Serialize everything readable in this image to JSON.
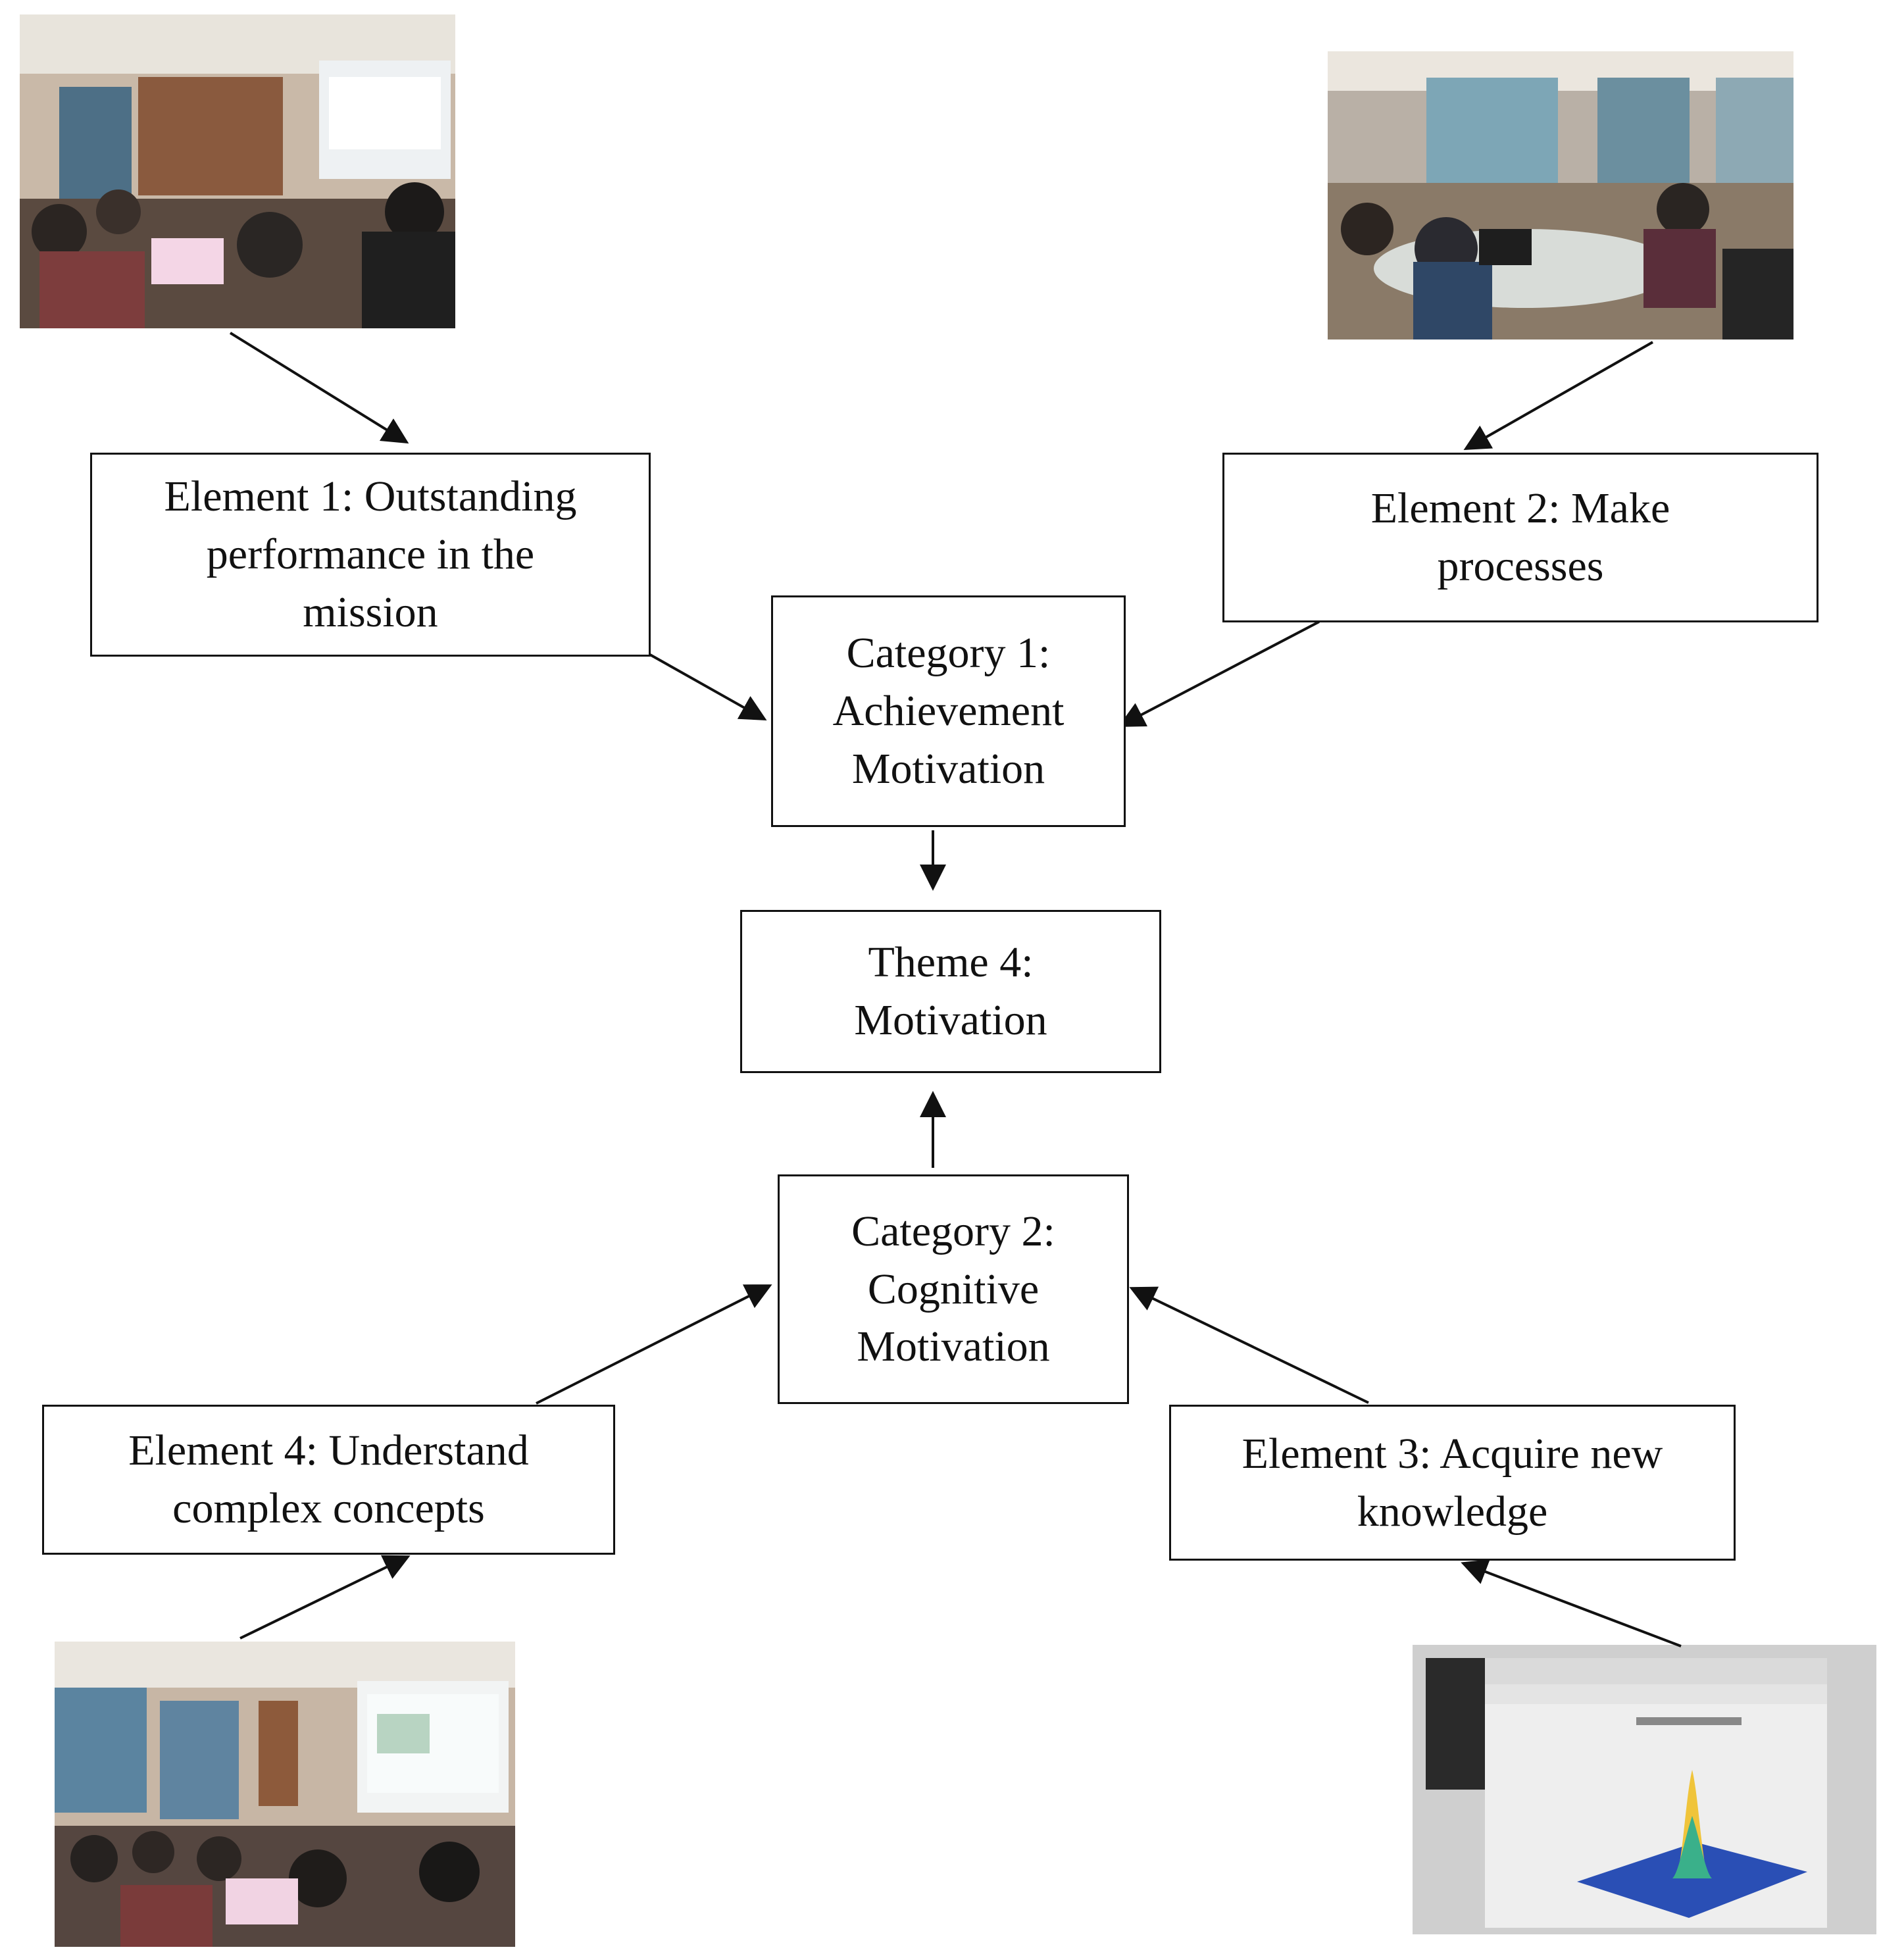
{
  "theme": {
    "label": "Theme 4:\nMotivation"
  },
  "categories": [
    {
      "label": "Category 1:\nAchievement\nMotivation"
    },
    {
      "label": "Category 2:\nCognitive\nMotivation"
    }
  ],
  "elements": [
    {
      "label": "Element 1: Outstanding\nperformance in the\nmission"
    },
    {
      "label": "Element 2: Make\nprocesses"
    },
    {
      "label": "Element 3: Acquire new\nknowledge"
    },
    {
      "label": "Element 4: Understand\ncomplex concepts"
    }
  ],
  "photos": [
    {
      "icon": "classroom-photo"
    },
    {
      "icon": "classroom-photo"
    },
    {
      "icon": "surface-plot-screen-photo"
    },
    {
      "icon": "classroom-photo"
    }
  ],
  "colors": {
    "box_border": "#111111",
    "arrow": "#111111"
  }
}
